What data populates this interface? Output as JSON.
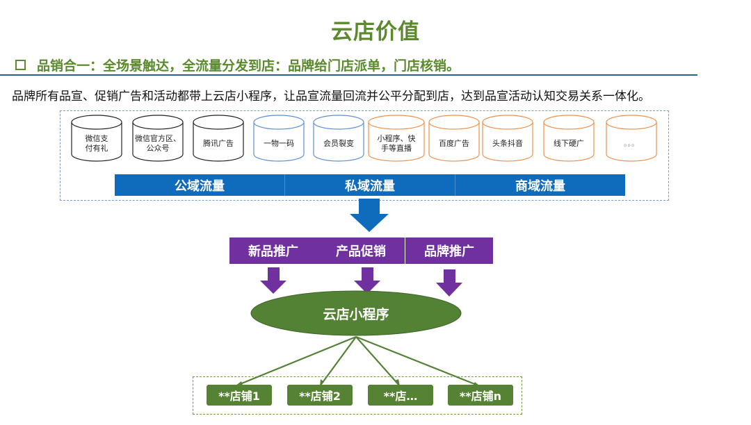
{
  "title": "云店价值",
  "subtitle": "品销合一：全场景触达，全流量分发到店：品牌给门店派单，门店核销。",
  "intro": "品牌所有品宣、促销广告和活动都带上云店小程序，让品宣流量回流并公平分配到店，达到品宣活动认知交易关系一体化。",
  "sources": [
    {
      "label": "微信支\n付有礼",
      "color": "#222222"
    },
    {
      "label": "微信官方区、\n公众号",
      "color": "#222222"
    },
    {
      "label": "腾讯广告",
      "color": "#222222"
    },
    {
      "label": "一物一码",
      "color": "#5b8fd6"
    },
    {
      "label": "会员裂变",
      "color": "#5b8fd6"
    },
    {
      "label": "小程序、快\n手等直播",
      "color": "#f0904a"
    },
    {
      "label": "百度广告",
      "color": "#f0904a"
    },
    {
      "label": "头条抖音",
      "color": "#f0904a"
    },
    {
      "label": "线下硬广",
      "color": "#f0904a"
    },
    {
      "label": "。。。",
      "color": "#f0904a"
    }
  ],
  "flows": [
    "公域流量",
    "私域流量",
    "商域流量"
  ],
  "promotions": [
    "新品推广",
    "产品促销",
    "品牌推广"
  ],
  "hub": "云店小程序",
  "stores": [
    "**店铺1",
    "**店铺2",
    "**店…",
    "**店铺n"
  ],
  "colors": {
    "green": "#5a8a2c",
    "blue_bar": "#0f6cbd",
    "purple": "#7030a0",
    "ellipse": "#548235",
    "store": "#568233"
  }
}
